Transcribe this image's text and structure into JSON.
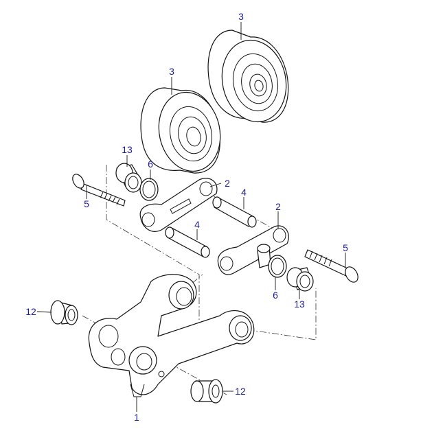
{
  "diagram": {
    "type": "exploded parts diagram",
    "colors": {
      "callout": "#1c1ca8",
      "line": "#111111"
    },
    "callouts": [
      "3",
      "3",
      "13",
      "6",
      "2",
      "5",
      "4",
      "2",
      "4",
      "5",
      "6",
      "13",
      "12",
      "12",
      "1"
    ]
  }
}
